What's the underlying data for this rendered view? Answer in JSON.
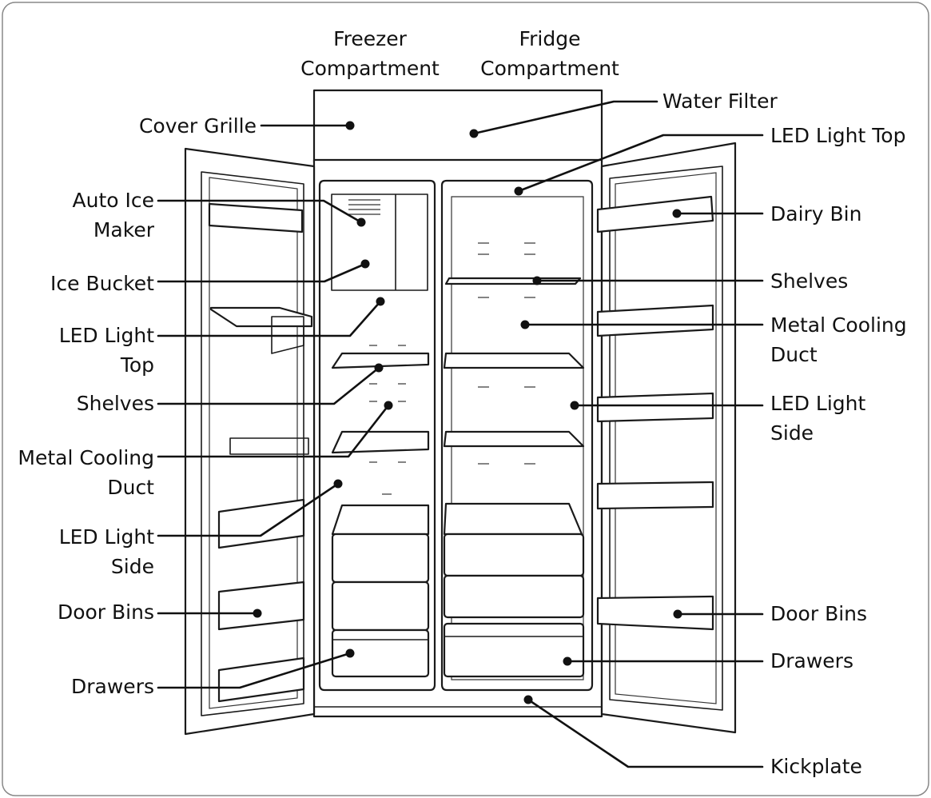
{
  "header": {
    "freezer_line1": "Freezer",
    "freezer_line2": "Compartment",
    "fridge_line1": "Fridge",
    "fridge_line2": "Compartment"
  },
  "labels_left": {
    "cover_grille": "Cover Grille",
    "auto_ice_maker_line1": "Auto Ice",
    "auto_ice_maker_line2": "Maker",
    "ice_bucket": "Ice Bucket",
    "led_light_top_line1": "LED Light",
    "led_light_top_line2": "Top",
    "shelves": "Shelves",
    "metal_cooling_duct_line1": "Metal Cooling",
    "metal_cooling_duct_line2": "Duct",
    "led_light_side_line1": "LED Light",
    "led_light_side_line2": "Side",
    "door_bins": "Door Bins",
    "drawers": "Drawers"
  },
  "labels_right": {
    "water_filter": "Water Filter",
    "led_light_top": "LED Light Top",
    "dairy_bin": "Dairy Bin",
    "shelves": "Shelves",
    "metal_cooling_duct_line1": "Metal Cooling",
    "metal_cooling_duct_line2": "Duct",
    "led_light_side_line1": "LED Light",
    "led_light_side_line2": "Side",
    "door_bins": "Door Bins",
    "drawers": "Drawers",
    "kickplate": "Kickplate"
  }
}
